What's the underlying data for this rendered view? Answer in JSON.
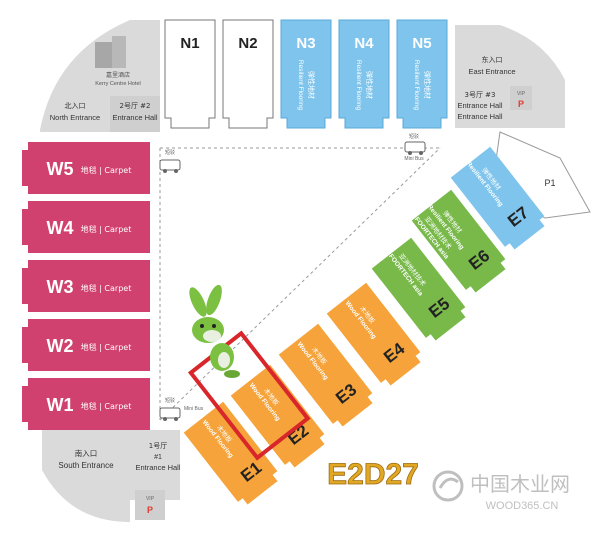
{
  "colors": {
    "west_hall": "#d0416f",
    "north_white": "#ffffff",
    "north_blue": "#7ec4ec",
    "east_blue": "#7ec4ec",
    "east_green": "#78b94a",
    "east_orange": "#f5a33a",
    "gray_area": "#dadada",
    "highlight": "#d8262a",
    "gold_text": "#e2a823",
    "watermark": "#b9b9b9",
    "parking_red": "#e23a2f"
  },
  "west_halls": [
    {
      "code": "W5",
      "zh": "地毯",
      "en": "Carpet"
    },
    {
      "code": "W4",
      "zh": "地毯",
      "en": "Carpet"
    },
    {
      "code": "W3",
      "zh": "地毯",
      "en": "Carpet"
    },
    {
      "code": "W2",
      "zh": "地毯",
      "en": "Carpet"
    },
    {
      "code": "W1",
      "zh": "地毯",
      "en": "Carpet"
    }
  ],
  "north_halls": [
    {
      "code": "N1",
      "zh": "",
      "en": "",
      "color": "white"
    },
    {
      "code": "N2",
      "zh": "",
      "en": "",
      "color": "white"
    },
    {
      "code": "N3",
      "zh": "弹性地材",
      "en": "Resilient Flooring",
      "color": "blue"
    },
    {
      "code": "N4",
      "zh": "弹性地材",
      "en": "Resilient Flooring",
      "color": "blue"
    },
    {
      "code": "N5",
      "zh": "弹性地材",
      "en": "Resilient Flooring",
      "color": "blue"
    }
  ],
  "east_halls": [
    {
      "code": "E7",
      "zh": "弹性地材",
      "en": "Resilient Flooring",
      "color": "blue"
    },
    {
      "code": "E6",
      "zh": "弹性地材 / 亚洲地材技术",
      "en": "Resilient Flooring / FOORTECH asia",
      "color": "green"
    },
    {
      "code": "E5",
      "zh": "亚洲地材技术",
      "en": "FOORTECH asia",
      "color": "green"
    },
    {
      "code": "E4",
      "zh": "木地板",
      "en": "Wood Flooring",
      "color": "orange"
    },
    {
      "code": "E3",
      "zh": "木地板",
      "en": "Wood Flooring",
      "color": "orange"
    },
    {
      "code": "E2",
      "zh": "木地板",
      "en": "Wood Flooring",
      "color": "orange"
    },
    {
      "code": "E1",
      "zh": "木地板",
      "en": "Wood Flooring",
      "color": "orange"
    }
  ],
  "labels": {
    "hotel_zh": "嘉里酒店",
    "hotel_en": "Kerry Centre Hotel",
    "north_entrance_zh": "北入口",
    "north_entrance_en": "North Entrance",
    "hall2_zh": "2号厅 #2",
    "hall2_en": "Entrance Hall",
    "east_entrance_zh": "东入口",
    "east_entrance_en": "East Entrance",
    "hall3_zh": "3号厅 #3",
    "hall3_en": "Entrance Hall",
    "south_entrance_zh": "南入口",
    "south_entrance_en": "South Entrance",
    "hall1_zh": "1号厅",
    "hall1_num": "#1",
    "hall1_en": "Entrance Hall",
    "vip": "VIP",
    "parking": "P",
    "p1": "P1",
    "minibus_zh": "短驳",
    "minibus_en": "Mini Bus",
    "booth_code": "E2D27",
    "watermark_zh": "中国木业网",
    "watermark_en": "WOOD365.CN"
  }
}
